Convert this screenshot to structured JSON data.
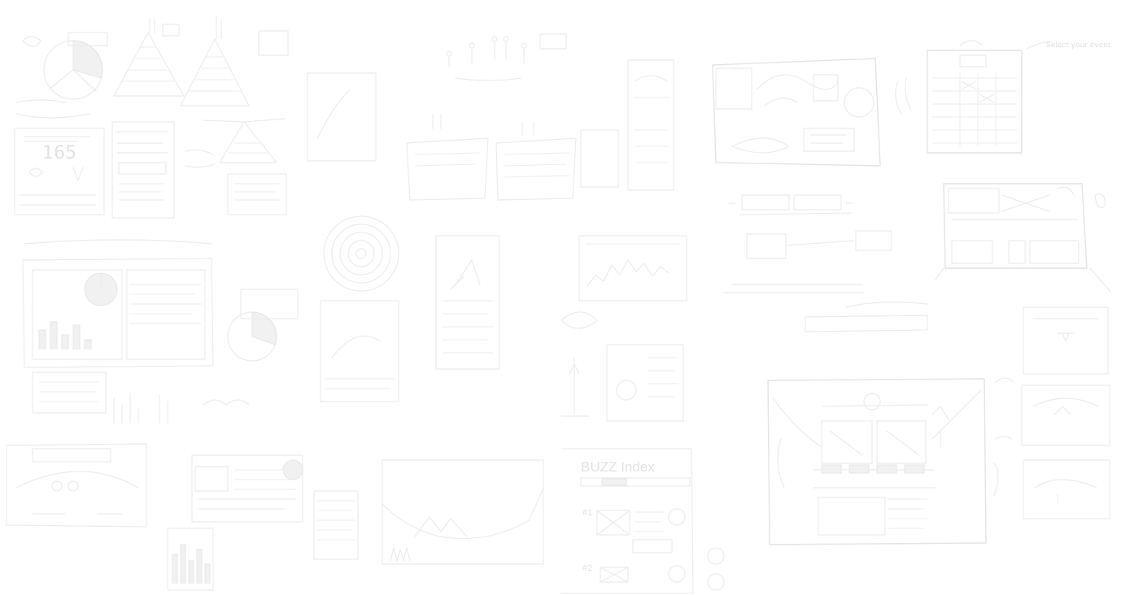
{
  "board": {
    "big_number": "165",
    "buzz_title": "BUZZ Index",
    "rank_1": "#1",
    "rank_2": "#2",
    "hand_note": "Select your event"
  },
  "colors": {
    "background": "#ffffff",
    "sketch_stroke": "#e6e6e6",
    "sketch_text": "#e2e2e2"
  }
}
